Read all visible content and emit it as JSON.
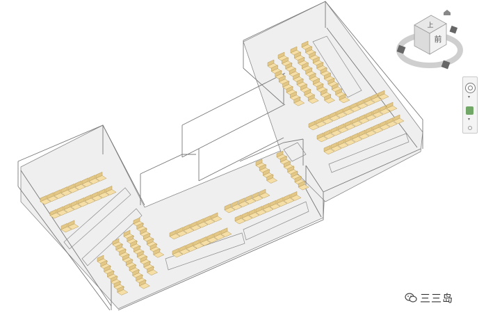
{
  "viewport": {
    "view": "3d-isometric-floor-plan",
    "colors": {
      "background": "#ffffff",
      "floor": "#eeeeee",
      "wall_edge": "#777777",
      "seat": "#f6dfa7",
      "seat_stroke": "#b59a5c",
      "seat_back": "#e3c786"
    }
  },
  "viewcube": {
    "top_face_label": "上",
    "front_face_label": "前",
    "icons": [
      "home-icon",
      "compass-ring"
    ]
  },
  "navigation_bar": {
    "tools": [
      "steering-wheel-icon",
      "zoom-icon"
    ]
  },
  "watermark": {
    "icon": "wechat-icon",
    "text": "三三岛"
  }
}
